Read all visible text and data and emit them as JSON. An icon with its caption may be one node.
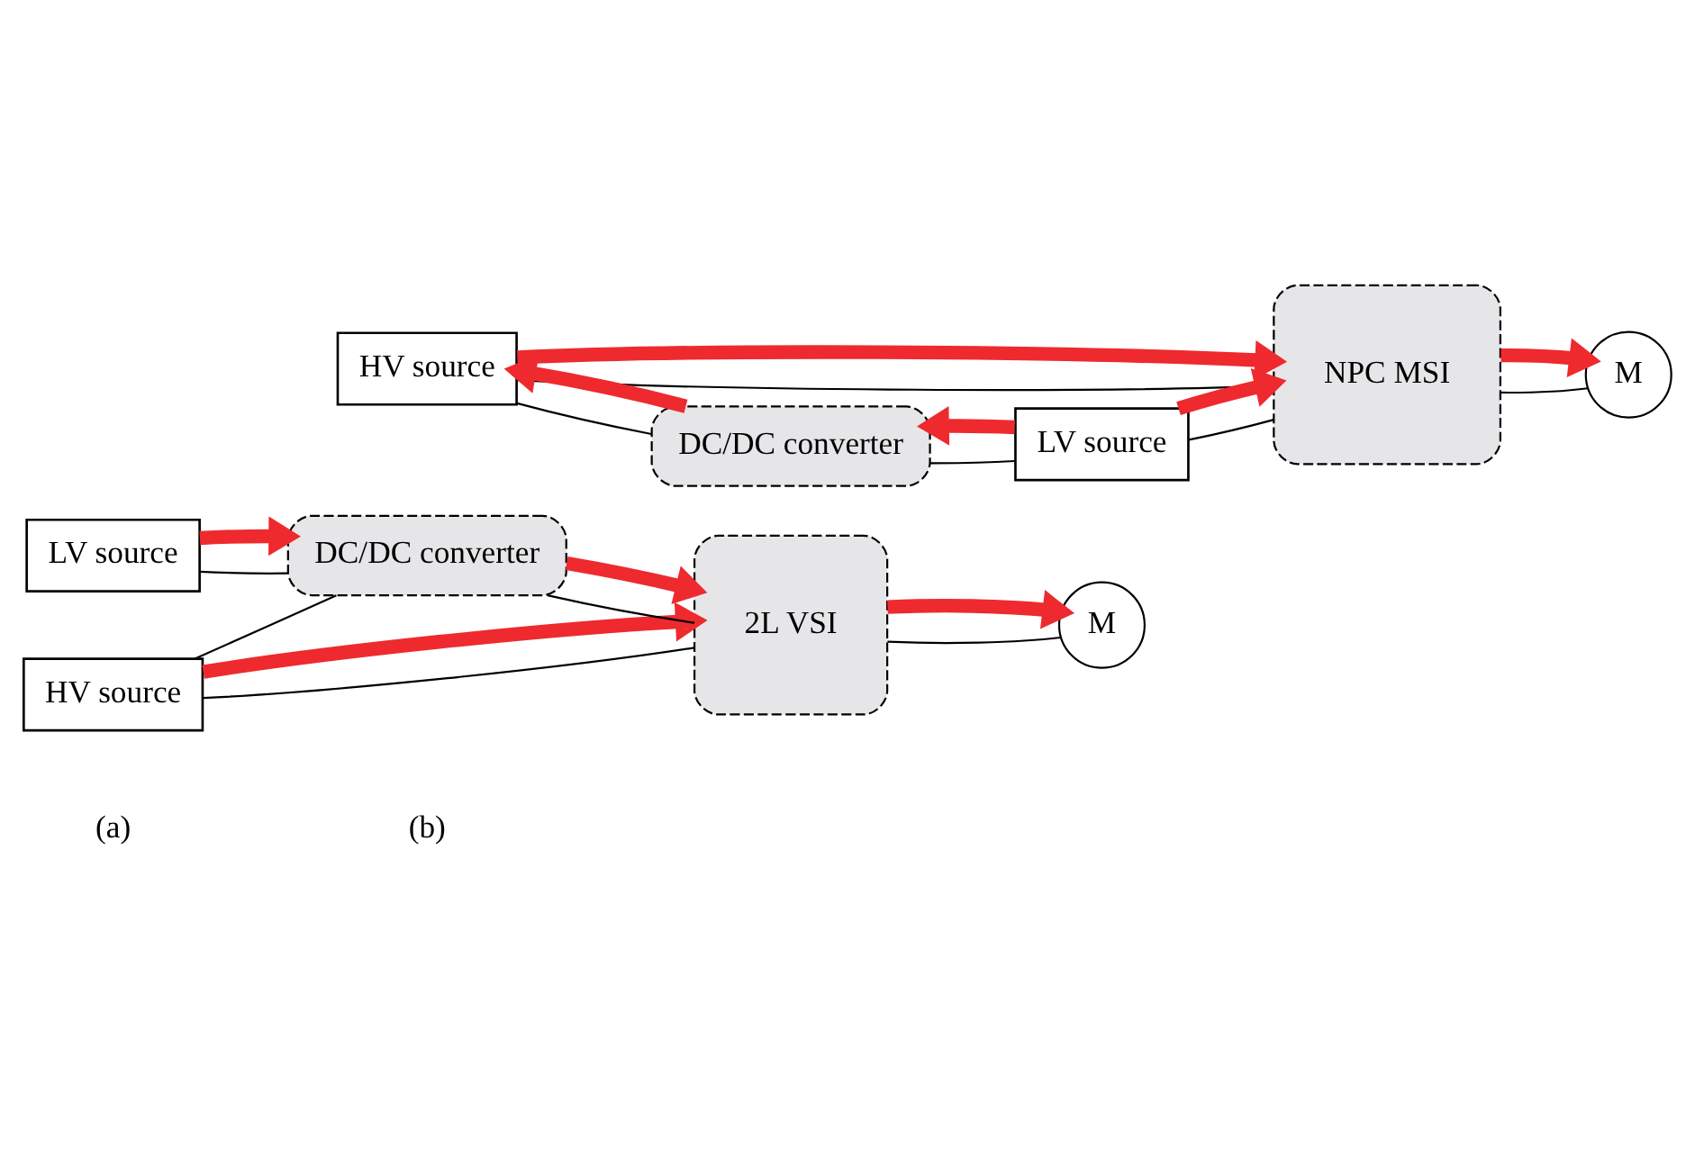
{
  "diagram": {
    "nodes": [
      {
        "text": [
          "HV source"
        ]
      },
      {
        "text": [
          "DC/DC converter"
        ]
      },
      {
        "text": [
          "LV source"
        ]
      },
      {
        "text": [
          "2L VSI"
        ]
      },
      {
        "text": [
          "M"
        ]
      },
      {
        "text": [
          "HV source"
        ]
      },
      {
        "text": [
          "NPC MSI"
        ]
      },
      {
        "text": [
          "DC/DC converter"
        ]
      },
      {
        "text": [
          "LV source"
        ]
      },
      {
        "text": [
          "M"
        ]
      }
    ],
    "edges": [
      {
        "from": 0,
        "to": 3,
        "arrow": "none"
      },
      {
        "from": 0,
        "to": 1,
        "arrow": "none"
      },
      {
        "from": 2,
        "to": 1,
        "arrow": "none"
      },
      {
        "from": 1,
        "to": 3,
        "arrow": "none"
      },
      {
        "from": 3,
        "to": 4,
        "arrow": "none"
      },
      {
        "from": 0,
        "to": 3,
        "arrow": "to",
        "style": "thick",
        "color": "#ee2a2e"
      },
      {
        "from": 2,
        "to": 1,
        "arrow": "to",
        "style": "thick",
        "color": "#ee2a2e"
      },
      {
        "from": 1,
        "to": 3,
        "arrow": "to",
        "style": "thick",
        "color": "#ee2a2e"
      },
      {
        "from": 3,
        "to": 4,
        "arrow": "to",
        "style": "thick",
        "color": "#ee2a2e"
      },
      {
        "from": 5,
        "to": 6,
        "arrow": "none"
      },
      {
        "from": 5,
        "to": 7,
        "arrow": "none"
      },
      {
        "from": 7,
        "to": 8,
        "arrow": "none"
      },
      {
        "from": 8,
        "to": 6,
        "arrow": "none"
      },
      {
        "from": 6,
        "to": 9,
        "arrow": "none"
      },
      {
        "from": 5,
        "to": 6,
        "arrow": "to",
        "style": "thick",
        "color": "#ee2a2e"
      },
      {
        "from": 8,
        "to": 7,
        "arrow": "to",
        "style": "thick",
        "color": "#ee2a2e"
      },
      {
        "from": 7,
        "to": 5,
        "arrow": "to",
        "style": "thick",
        "color": "#ee2a2e"
      },
      {
        "from": 8,
        "to": 6,
        "arrow": "to",
        "style": "thick",
        "color": "#ee2a2e"
      },
      {
        "from": 6,
        "to": 9,
        "arrow": "to",
        "style": "thick",
        "color": "#ee2a2e"
      }
    ],
    "labels": [
      "(a)",
      "(b)"
    ]
  }
}
